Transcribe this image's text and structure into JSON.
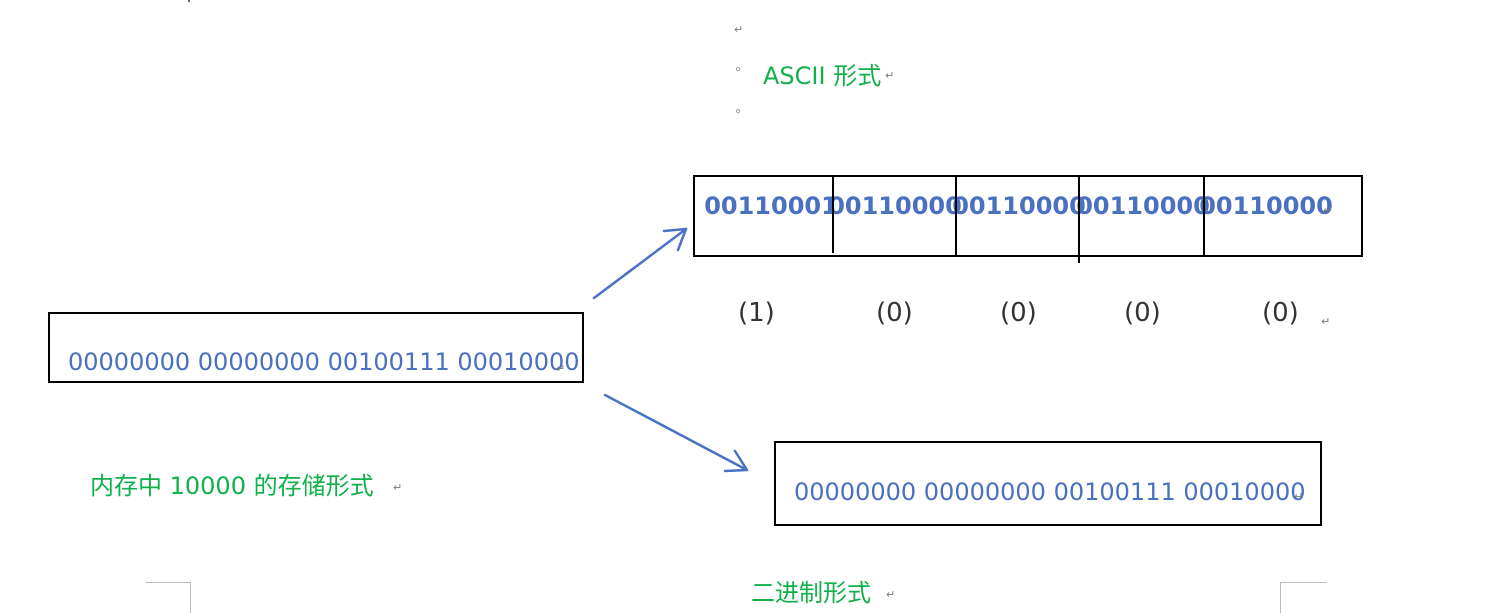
{
  "colors": {
    "green": "#10b04a",
    "blue": "#4a70c0",
    "arrow": "#4a72c4",
    "border": "#000000"
  },
  "memory": {
    "binary": "00000000 00000000 00100111 00010000",
    "caption": "内存中 10000 的存储形式"
  },
  "ascii": {
    "caption": "ASCII 形式",
    "bytes": [
      "00110001",
      "00110000",
      "00110000",
      "00110000",
      "00110000"
    ],
    "digits": [
      "(1)",
      "(0)",
      "(0)",
      "(0)",
      "(0)"
    ]
  },
  "binary_form": {
    "binary": "00000000 00000000 00100111 00010000",
    "caption": "二进制形式"
  },
  "marks": {
    "paragraph": "↵",
    "dot": "⸰"
  },
  "icons": {
    "arrow_up": "arrow-up-right-icon",
    "arrow_down": "arrow-down-right-icon"
  }
}
